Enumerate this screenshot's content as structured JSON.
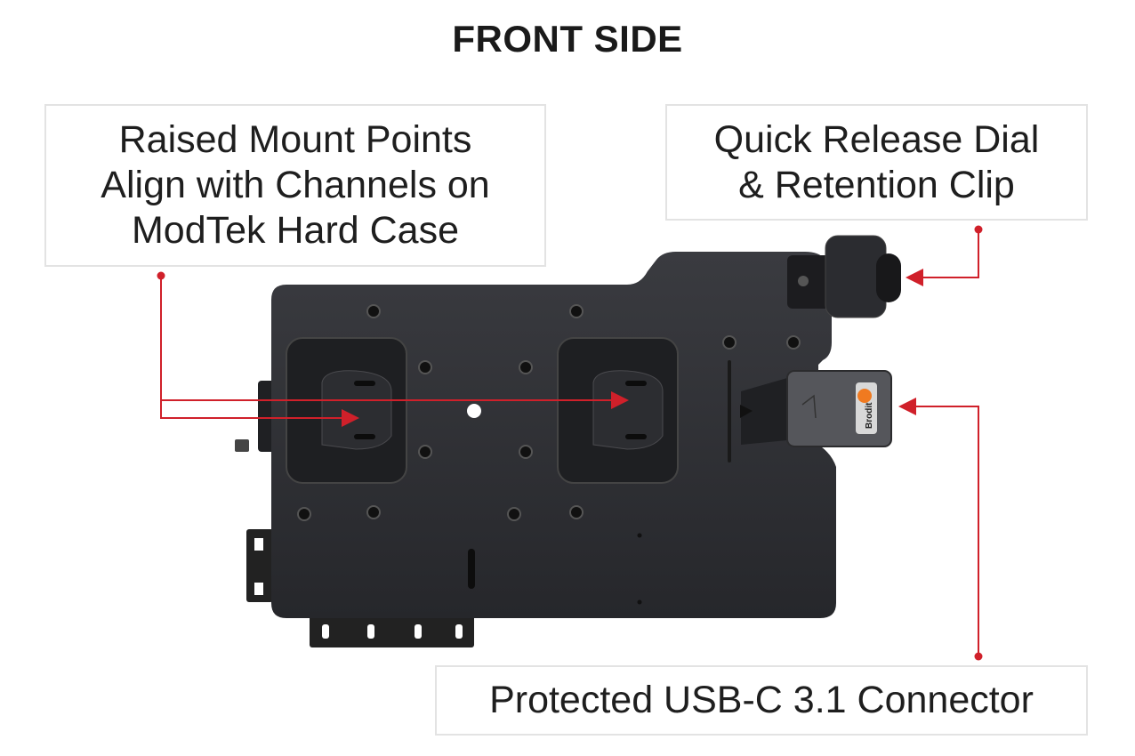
{
  "title": "FRONT SIDE",
  "callouts": {
    "mount_points": {
      "lines": [
        "Raised Mount Points",
        "Align with Channels on",
        "ModTek Hard Case"
      ]
    },
    "quick_release": {
      "lines": [
        "Quick Release Dial",
        "& Retention Clip"
      ]
    },
    "usb": {
      "lines": [
        "Protected USB-C 3.1 Connector"
      ]
    }
  },
  "logo": {
    "text": "Brodit"
  },
  "colors": {
    "leader": "#d0202a",
    "plate": "#2e2f33",
    "text": "#1e1e1e"
  }
}
